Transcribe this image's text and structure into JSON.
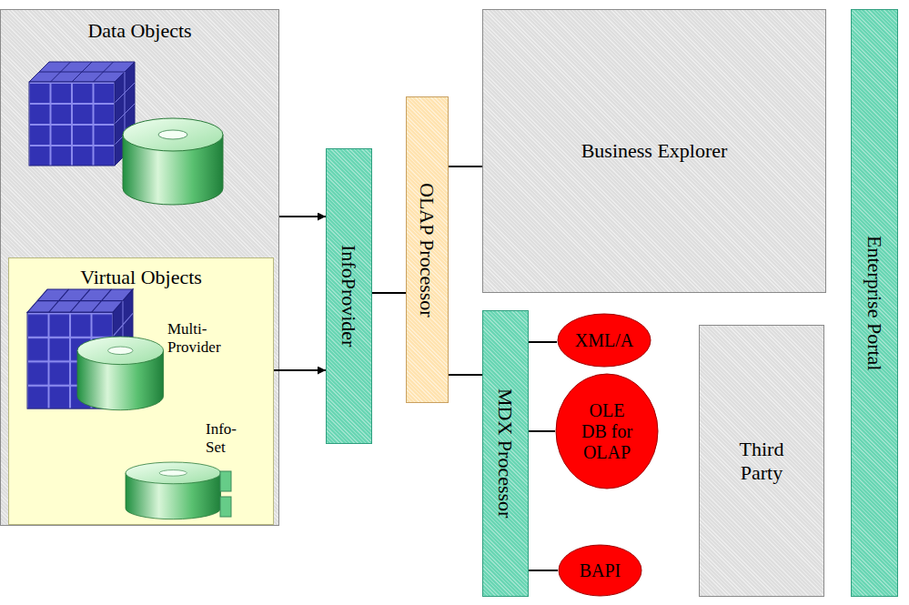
{
  "diagram": {
    "nodes": [
      {
        "text": [
          "Data Objects"
        ]
      },
      {
        "text": [
          "Virtual Objects"
        ],
        "in": 0
      },
      {
        "text": [
          "InfoProvider"
        ]
      },
      {
        "text": [
          "OLAP Processor"
        ]
      },
      {
        "text": [
          "Business Explorer"
        ]
      },
      {
        "text": [
          "MDX Processor"
        ]
      },
      {
        "text": [
          "XML/A"
        ]
      },
      {
        "text": [
          "OLE DB for OLAP"
        ]
      },
      {
        "text": [
          "BAPI"
        ]
      },
      {
        "text": [
          "Third Party"
        ]
      },
      {
        "text": [
          "Enterprise Portal"
        ]
      }
    ],
    "edges": [
      {
        "from": 0,
        "to": 2,
        "arrow": "to"
      },
      {
        "from": 1,
        "to": 2,
        "arrow": "to"
      },
      {
        "from": 2,
        "to": 3,
        "arrow": "none"
      },
      {
        "from": 3,
        "to": 4,
        "arrow": "none"
      },
      {
        "from": 3,
        "to": 5,
        "arrow": "none"
      },
      {
        "from": 5,
        "to": 6,
        "arrow": "none"
      },
      {
        "from": 5,
        "to": 7,
        "arrow": "none"
      },
      {
        "from": 5,
        "to": 8,
        "arrow": "none"
      }
    ],
    "labels": [
      "Multi- Provider",
      "Info- Set"
    ]
  }
}
